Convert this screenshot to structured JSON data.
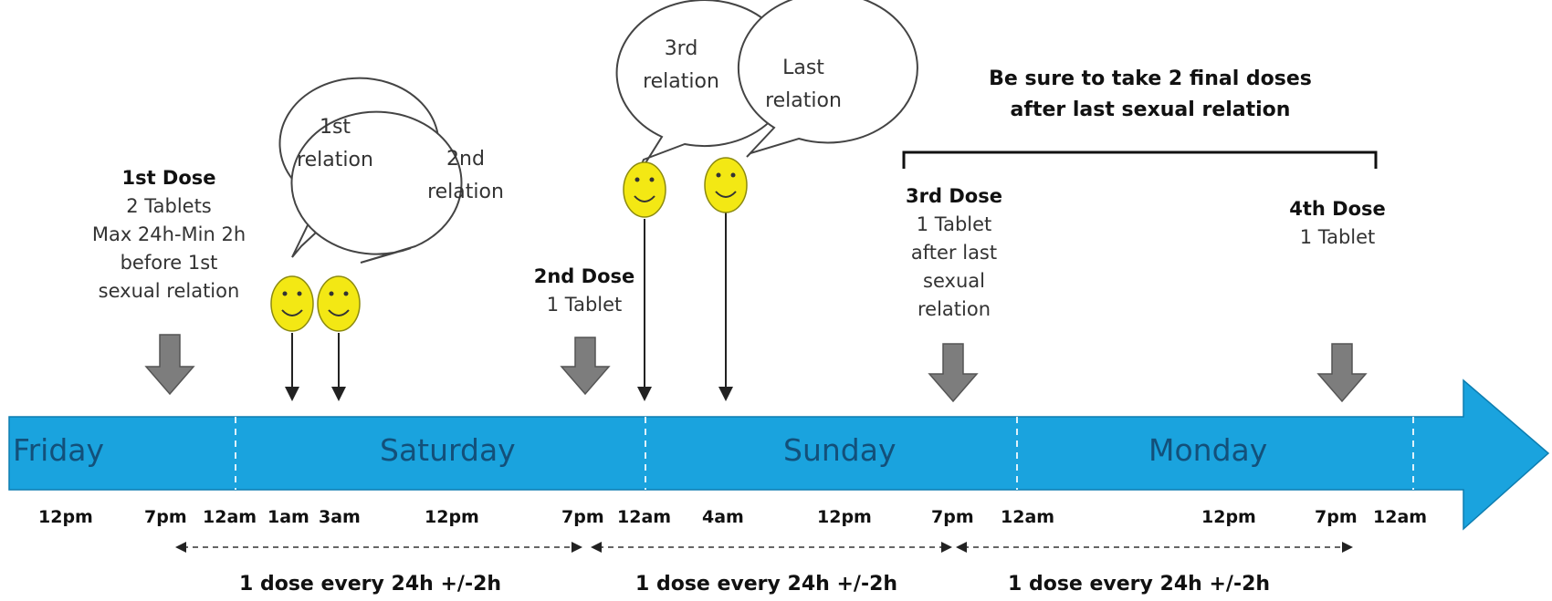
{
  "days": [
    "Friday",
    "Saturday",
    "Sunday",
    "Monday"
  ],
  "times": [
    "12pm",
    "7pm",
    "12am",
    "1am",
    "3am",
    "12pm",
    "7pm",
    "12am",
    "4am",
    "12pm",
    "7pm",
    "12am",
    "12pm",
    "7pm",
    "12am"
  ],
  "intervals": [
    "1 dose every 24h +/-2h",
    "1 dose every 24h +/-2h",
    "1 dose every 24h +/-2h"
  ],
  "doses": [
    {
      "title": "1st Dose",
      "lines": [
        "2 Tablets",
        "Max 24h-Min 2h",
        "before 1st",
        "sexual relation"
      ]
    },
    {
      "title": "2nd Dose",
      "lines": [
        "1 Tablet"
      ]
    },
    {
      "title": "3rd Dose",
      "lines": [
        "1 Tablet",
        "after last",
        "sexual",
        "relation"
      ]
    },
    {
      "title": "4th Dose",
      "lines": [
        "1 Tablet"
      ]
    }
  ],
  "relations": [
    {
      "line1": "1st",
      "line2": "relation"
    },
    {
      "line1": "2nd",
      "line2": "relation"
    },
    {
      "line1": "3rd",
      "line2": "relation"
    },
    {
      "line1": "Last",
      "line2": "relation"
    }
  ],
  "note": {
    "line1": "Be sure to take 2 final doses",
    "line2": "after last sexual relation"
  },
  "colors": {
    "timeline": "#1aa3de",
    "smiley": "#f3e814",
    "dose_arrow": "#7d7d7d"
  },
  "icons": {
    "relation_marker": "smiley-icon",
    "dose_marker": "down-arrow-icon"
  }
}
